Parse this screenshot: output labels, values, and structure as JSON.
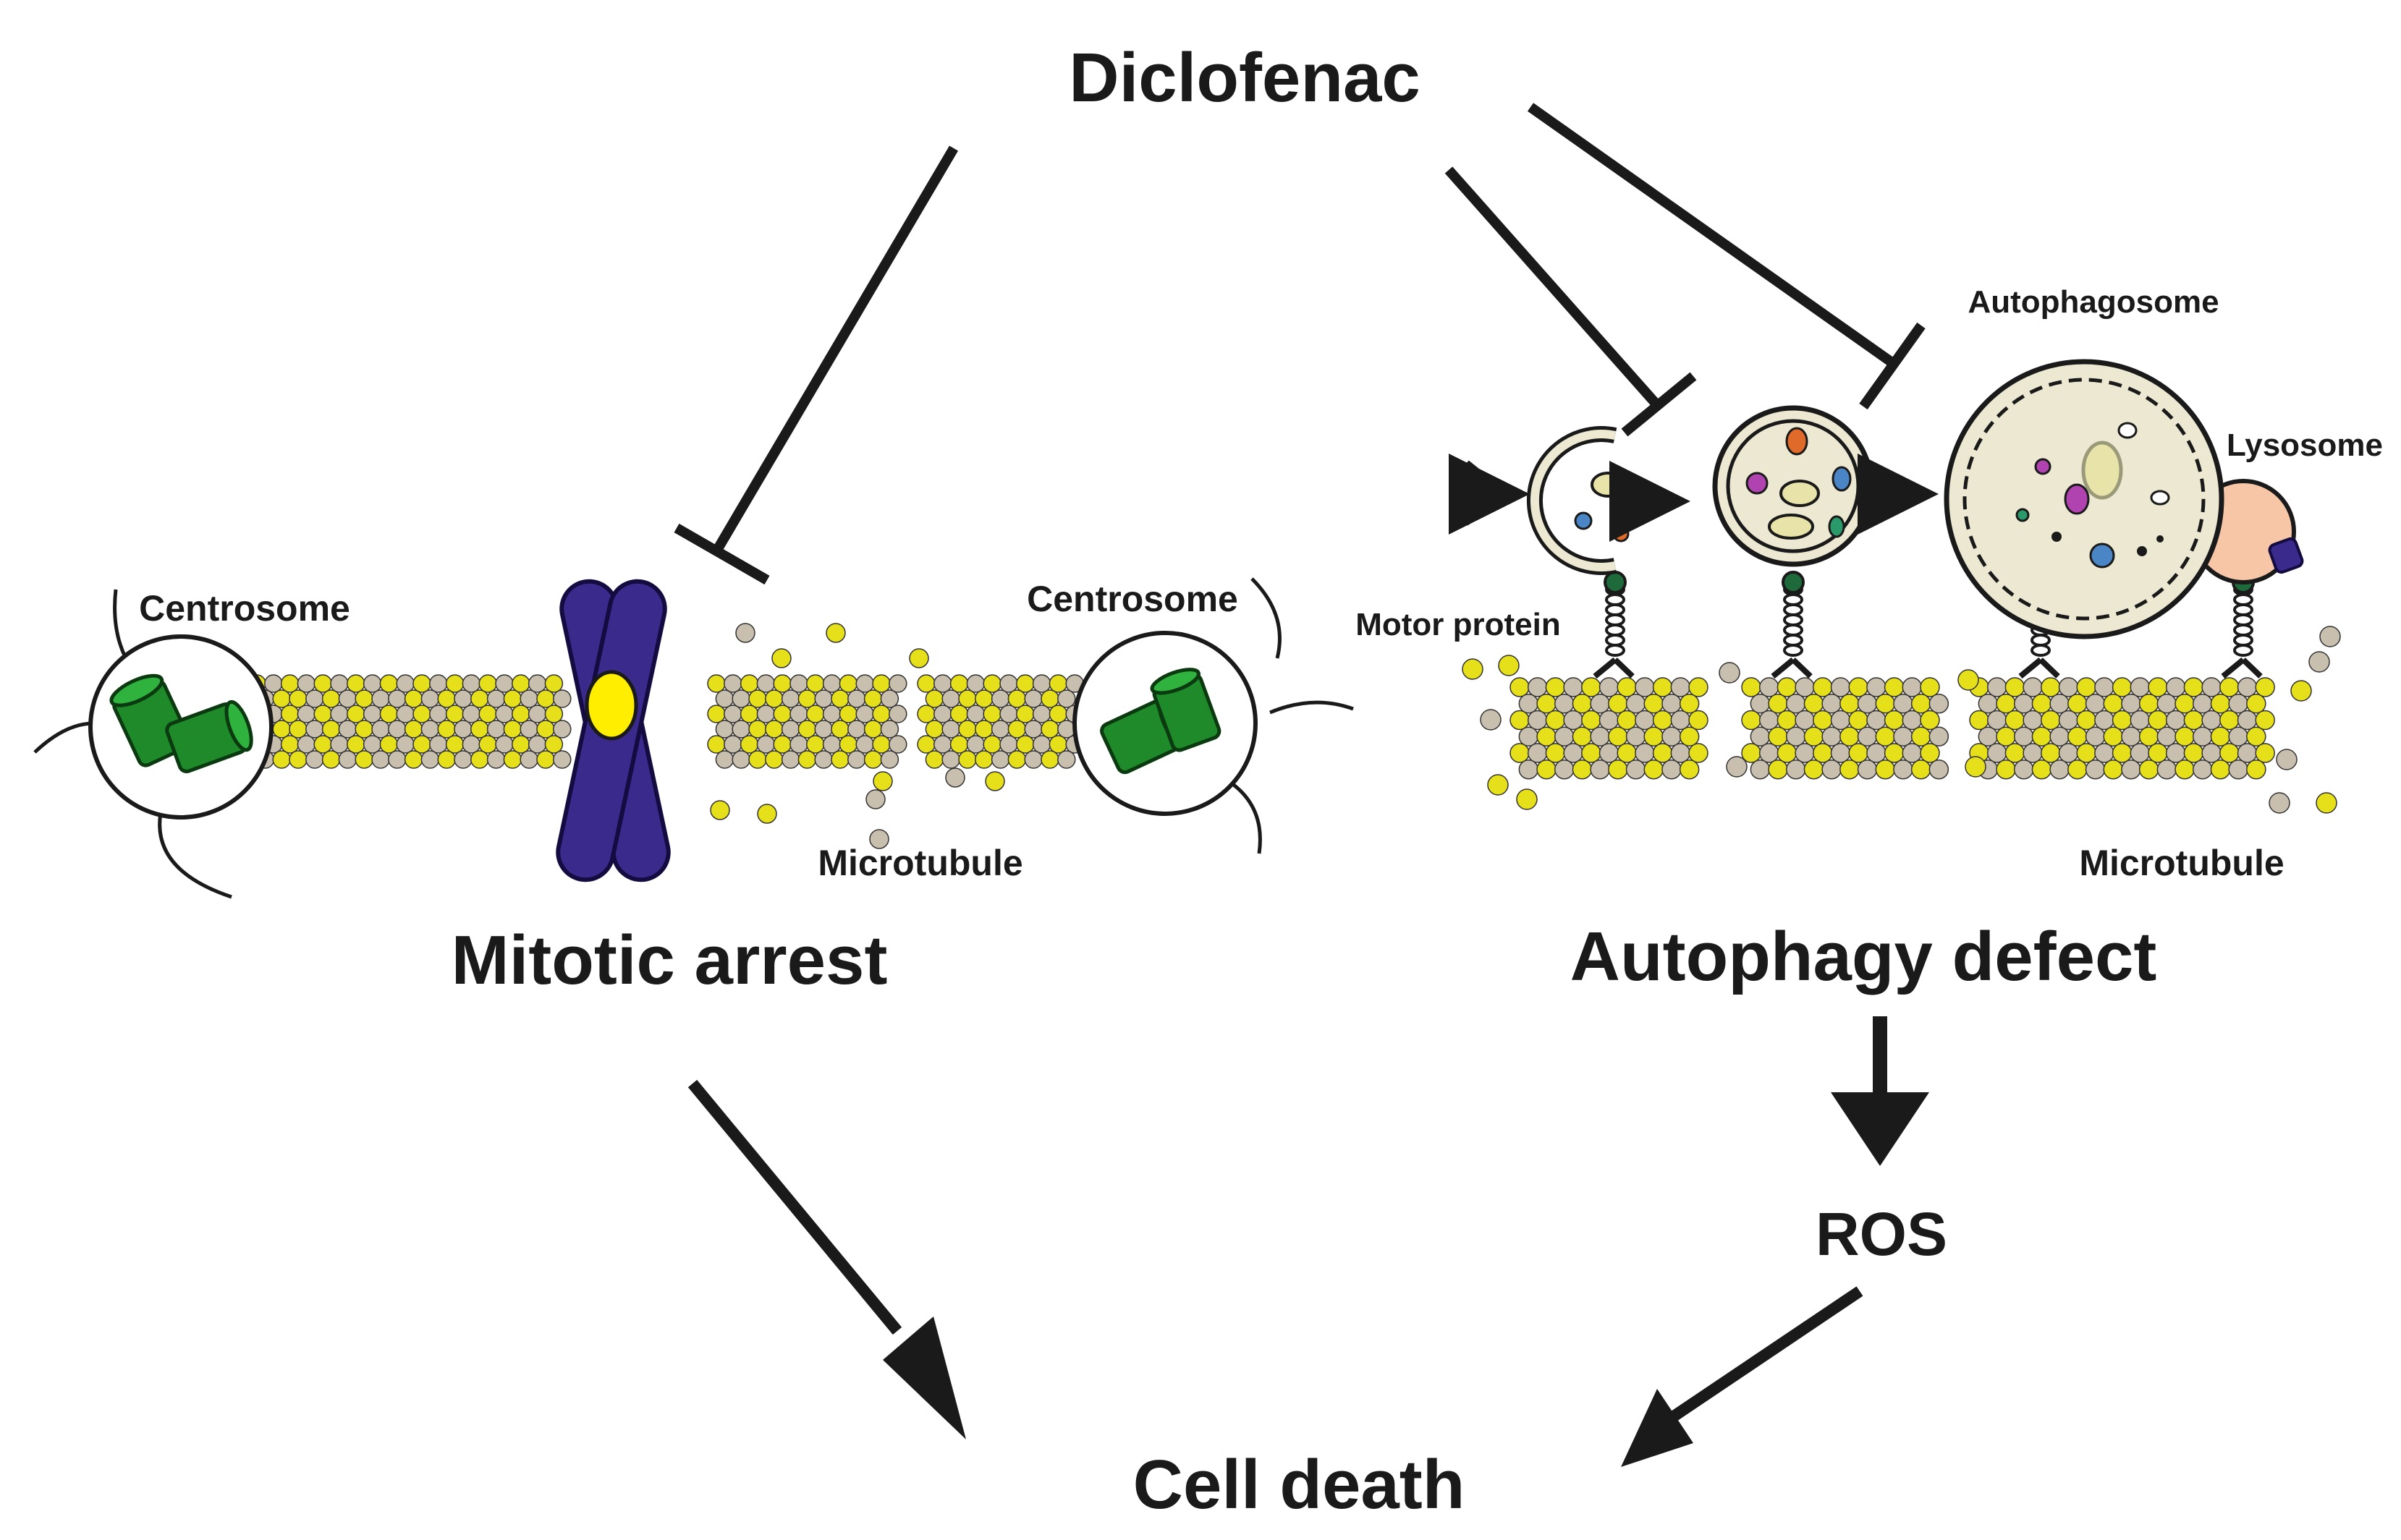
{
  "diagram": {
    "drug": "Diclofenac",
    "mitotic_arrest": "Mitotic arrest",
    "autophagy_defect": "Autophagy defect",
    "ros": "ROS",
    "cell_death": "Cell death",
    "centrosome_left": "Centrosome",
    "centrosome_right": "Centrosome",
    "microtubule_left": "Microtubule",
    "microtubule_right": "Microtubule",
    "motor_protein": "Motor protein",
    "autophagosome": "Autophagosome",
    "lysosome": "Lysosome"
  },
  "colors": {
    "tubulin_alpha": "#c9bfae",
    "tubulin_beta": "#e6e01a",
    "chromosome": "#3a2a8c",
    "centromere": "#ffee00",
    "centriole": "#1e8a2a",
    "vesicle_fill": "#ece8d2",
    "lysosome": "#f6c6a6",
    "line": "#1a1a1a"
  }
}
